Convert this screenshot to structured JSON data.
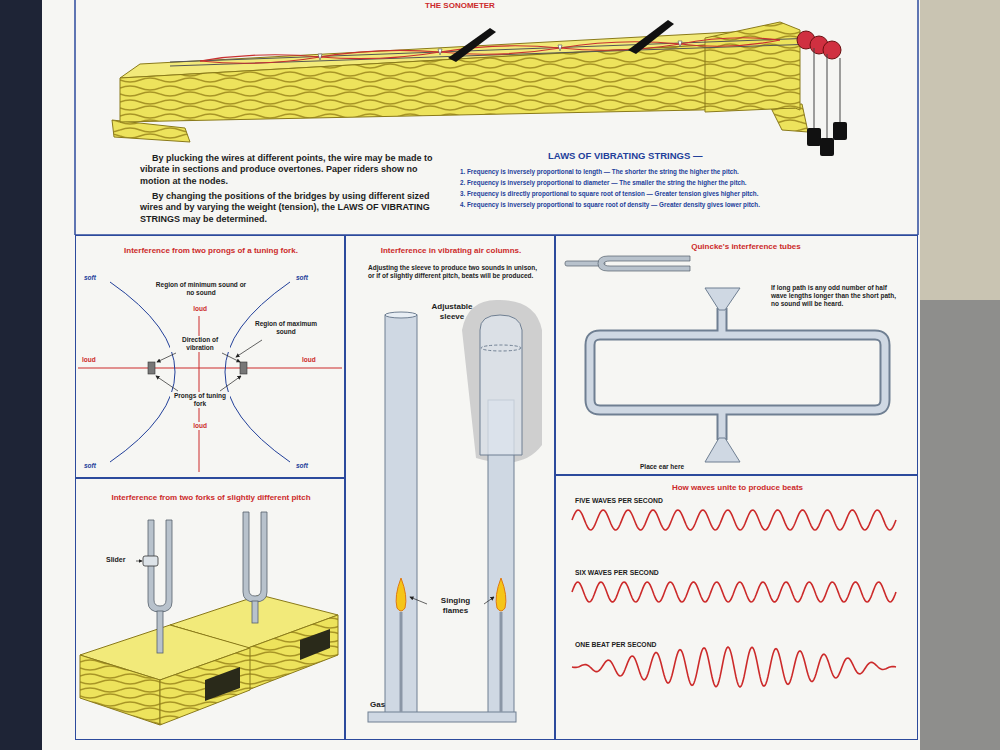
{
  "diagram": {
    "title": "THE SONOMETER",
    "nodes": [
      {
        "text": [
          "Interference from two prongs of a tuning fork."
        ]
      },
      {
        "text": [
          "Interference in vibrating air columns.",
          "Adjusting the sleeve to produce two sounds in unison, or if of slightly different pitch, beats will be produced."
        ]
      },
      {
        "text": [
          "Quincke's interference tubes",
          "If long path is any odd number of half wave lengths longer than the short path, no sound will be heard."
        ]
      },
      {
        "text": [
          "Interference from two forks of slightly different pitch"
        ]
      },
      {
        "text": [
          "How waves unite to produce beats"
        ]
      }
    ],
    "labels": [
      "By plucking the wires at different points, the wire may be made to vibrate in sections and produce overtones. Paper riders show no motion at the nodes.",
      "By changing the positions of the bridges by using different sized wires and by varying the weight (tension), the LAWS OF VIBRATING STRINGS may be determined.",
      "LAWS OF VIBRATING STRINGS —",
      "1. Frequency is inversely proportional to length — The shorter the string the higher the pitch.",
      "2. Frequency is inversely proportional to diameter — The smaller the string the higher the pitch.",
      "3. Frequency is directly proportional to square root of tension — Greater tension gives higher pitch.",
      "4. Frequency is inversely proportional to square root of density — Greater density gives lower pitch.",
      "soft",
      "soft",
      "soft",
      "soft",
      "Region of minimum sound or no sound",
      "loud",
      "Region of maximum sound",
      "Direction of vibration",
      "loud",
      "loud",
      "Prongs of tuning fork",
      "loud",
      "Adjustable sleeve",
      "Singing flames",
      "Gas",
      "Place ear here",
      "Slider",
      "FIVE WAVES PER SECOND",
      "SIX WAVES PER SECOND",
      "ONE BEAT PER SECOND"
    ]
  }
}
